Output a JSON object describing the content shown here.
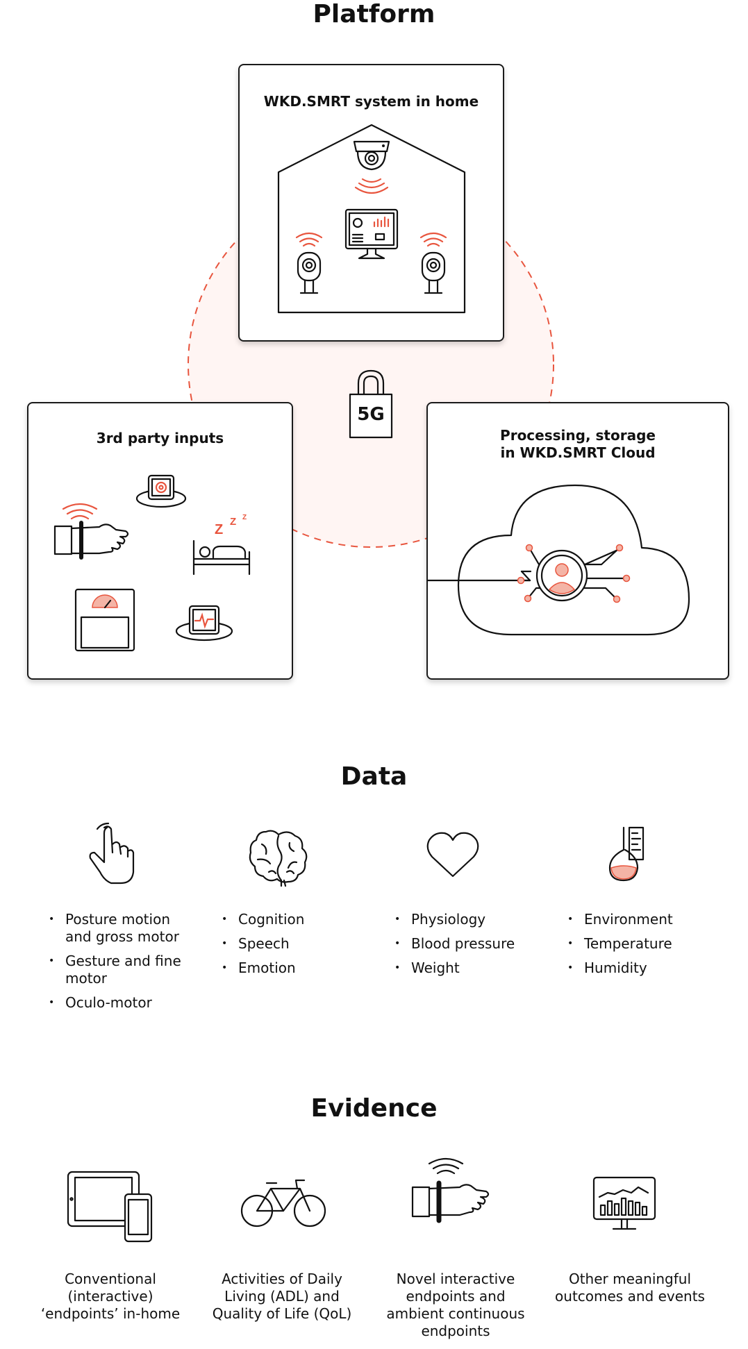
{
  "sections": {
    "platform": "Platform",
    "data": "Data",
    "evidence": "Evidence"
  },
  "platform": {
    "home_title": "WKD.SMRT system in home",
    "third_party_title": "3rd party inputs",
    "cloud_title_line1": "Processing, storage",
    "cloud_title_line2": "in WKD.SMRT Cloud",
    "network_label": "5G",
    "sleep_z": "Z",
    "accent_color": "#e8553e"
  },
  "data_columns": [
    {
      "icon": "pointing-hand-icon",
      "items": [
        "Posture motion and gross motor",
        "Gesture and fine motor",
        "Oculo-motor"
      ]
    },
    {
      "icon": "brain-icon",
      "items": [
        "Cognition",
        "Speech",
        "Emotion"
      ]
    },
    {
      "icon": "heart-icon",
      "items": [
        "Physiology",
        "Blood pressure",
        "Weight"
      ]
    },
    {
      "icon": "environment-flask-icon",
      "items": [
        "Environment",
        "Temperature",
        "Humidity"
      ]
    }
  ],
  "evidence": [
    {
      "icon": "tablet-phone-icon",
      "label": "Conventional (interactive) ‘endpoints’ in-home"
    },
    {
      "icon": "bicycle-icon",
      "label": "Activities of Daily Living (ADL) and Quality of Life (QoL)"
    },
    {
      "icon": "wrist-wearable-icon",
      "label": "Novel interactive endpoints and ambient continuous endpoints"
    },
    {
      "icon": "monitor-chart-icon",
      "label": "Other meaningful outcomes and events"
    }
  ]
}
